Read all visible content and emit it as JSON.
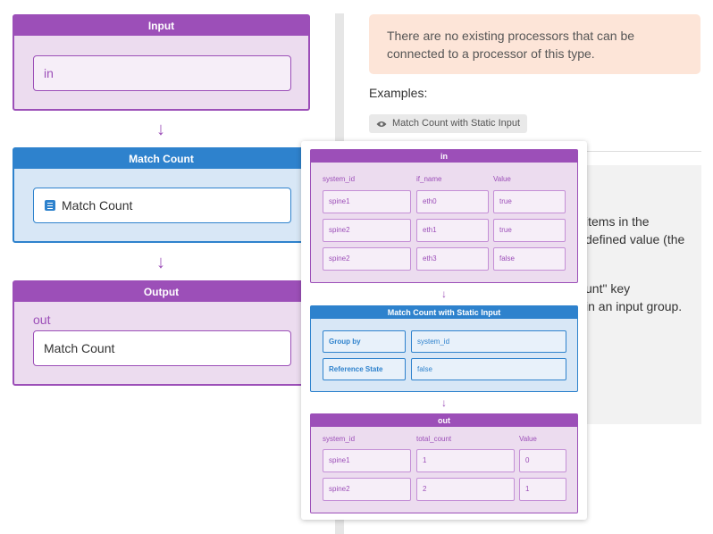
{
  "left": {
    "input_block": {
      "title": "Input",
      "field_value": "in"
    },
    "match_block": {
      "title": "Match Count",
      "field_value": "Match Count"
    },
    "output_block": {
      "title": "Output",
      "label": "out",
      "field_value": "Match Count"
    },
    "arrow": "↓"
  },
  "right": {
    "notice": "There are no existing processors that can be connected to a processor of this type.",
    "examples_label": "Examples:",
    "example_chip": "Match Count with Static Input",
    "description_fragments": [
      "items in the",
      "defined value (the",
      "unt\" key",
      "in an input group."
    ]
  },
  "popup": {
    "arrow": "↓",
    "in_block": {
      "title": "in",
      "columns": [
        "system_id",
        "if_name",
        "Value"
      ],
      "rows": [
        [
          "spine1",
          "eth0",
          "true"
        ],
        [
          "spine2",
          "eth1",
          "true"
        ],
        [
          "spine2",
          "eth3",
          "false"
        ]
      ]
    },
    "processor_block": {
      "title": "Match Count with Static Input",
      "rows": [
        [
          "Group by",
          "system_id"
        ],
        [
          "Reference State",
          "false"
        ]
      ]
    },
    "out_block": {
      "title": "out",
      "columns": [
        "system_id",
        "total_count",
        "Value"
      ],
      "rows": [
        [
          "spine1",
          "1",
          "0"
        ],
        [
          "spine2",
          "2",
          "1"
        ]
      ]
    }
  },
  "colors": {
    "purple": "#9c4fb8",
    "blue": "#2e82cd",
    "notice_bg": "#fde5d8"
  }
}
